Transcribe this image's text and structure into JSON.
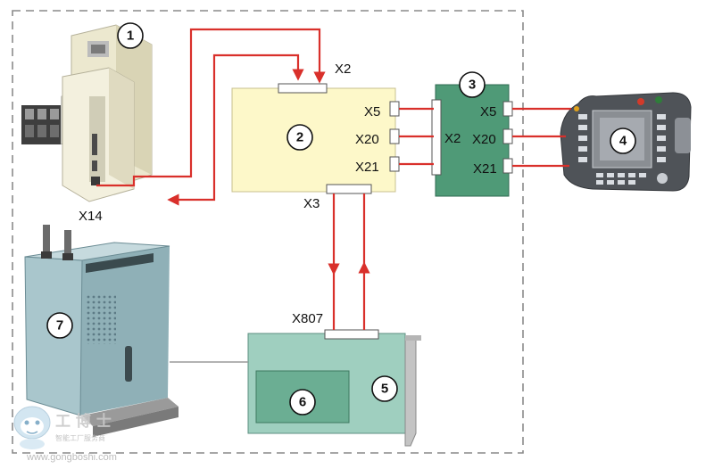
{
  "colors": {
    "cable": "#d9302b",
    "frame": "#8a8a8a",
    "board2_fill": "#fdf8c9",
    "board3_fill": "#4f9a77",
    "board5_fill": "#9fcfbf",
    "board6_fill": "#6bae93",
    "connector": "#ffffff"
  },
  "callouts": {
    "n1": "1",
    "n2": "2",
    "n3": "3",
    "n4": "4",
    "n5": "5",
    "n6": "6",
    "n7": "7"
  },
  "labels": {
    "x2_top": "X2",
    "x5_left": "X5",
    "x20_left": "X20",
    "x21_left": "X21",
    "x2_right": "X2",
    "x5_right": "X5",
    "x20_right": "X20",
    "x21_right": "X21",
    "x14": "X14",
    "x3": "X3",
    "x807": "X807"
  },
  "watermark": {
    "brand_cn": "工 博 士",
    "tagline_cn": "智能工厂服务商",
    "url": "www.gongboshi.com"
  }
}
